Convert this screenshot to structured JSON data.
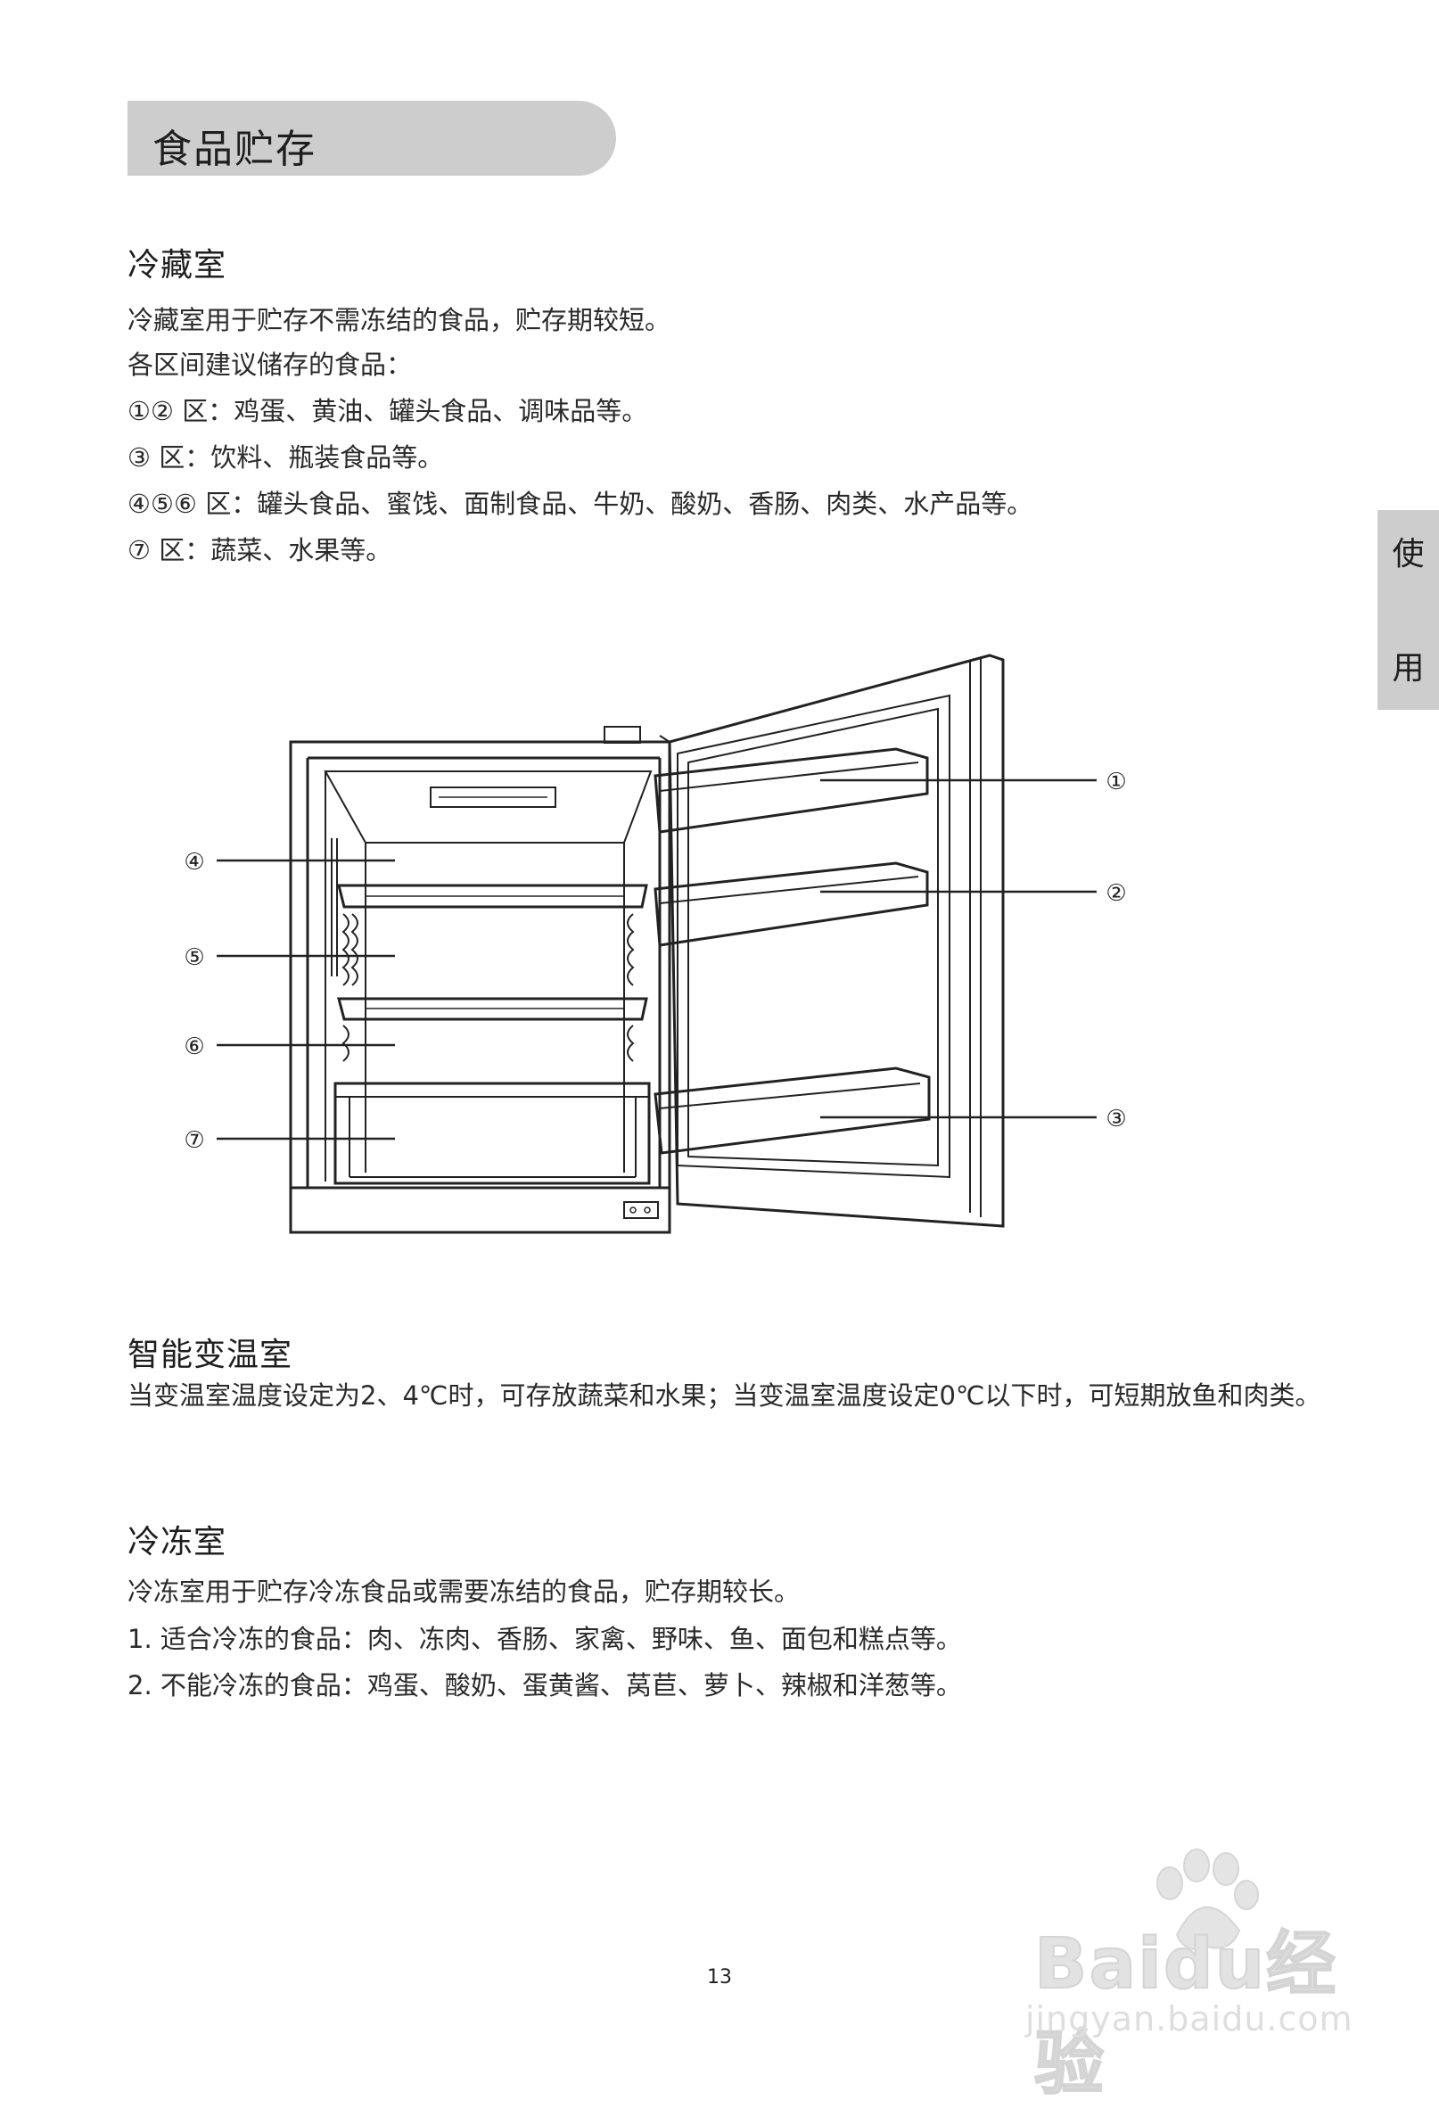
{
  "header": {
    "title": "食品贮存"
  },
  "side_tab": {
    "char1": "使",
    "char2": "用"
  },
  "fridge": {
    "heading": "冷藏室",
    "intro": "冷藏室用于贮存不需冻结的食品，贮存期较短。",
    "zones_intro": "各区间建议储存的食品：",
    "zones": [
      "①② 区：鸡蛋、黄油、罐头食品、调味品等。",
      "③ 区：饮料、瓶装食品等。",
      "④⑤⑥ 区：罐头食品、蜜饯、面制食品、牛奶、酸奶、香肠、肉类、水产品等。",
      "⑦ 区：蔬菜、水果等。"
    ]
  },
  "diagram": {
    "callouts": [
      "①",
      "②",
      "③",
      "④",
      "⑤",
      "⑥",
      "⑦"
    ]
  },
  "variable": {
    "heading": "智能变温室",
    "text": "当变温室温度设定为2、4℃时，可存放蔬菜和水果；当变温室温度设定0℃以下时，可短期放鱼和肉类。"
  },
  "freezer": {
    "heading": "冷冻室",
    "intro": "冷冻室用于贮存冷冻食品或需要冻结的食品，贮存期较长。",
    "item1": "1. 适合冷冻的食品：肉、冻肉、香肠、家禽、野味、鱼、面包和糕点等。",
    "item2": "2. 不能冷冻的食品：鸡蛋、酸奶、蛋黄酱、莴苣、萝卜、辣椒和洋葱等。"
  },
  "page_number": "13",
  "watermark": {
    "brand": "Baidu经验",
    "url": "jingyan.baidu.com"
  }
}
